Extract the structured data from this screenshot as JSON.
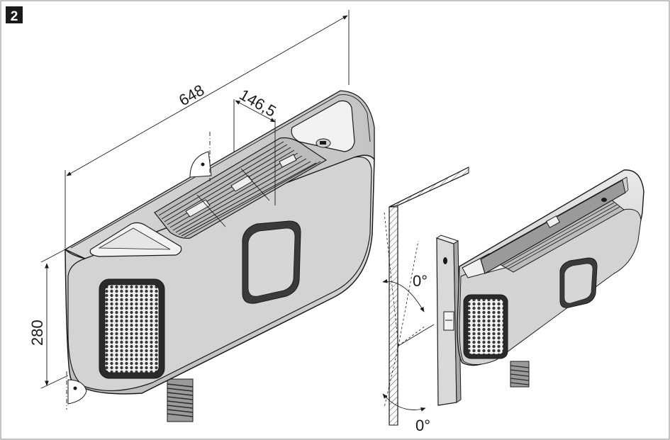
{
  "figure_number": "2",
  "dimensions": {
    "width": "648",
    "grille_width": "146,5",
    "height": "280"
  },
  "angles": {
    "top": "0°",
    "bottom": "0°"
  }
}
